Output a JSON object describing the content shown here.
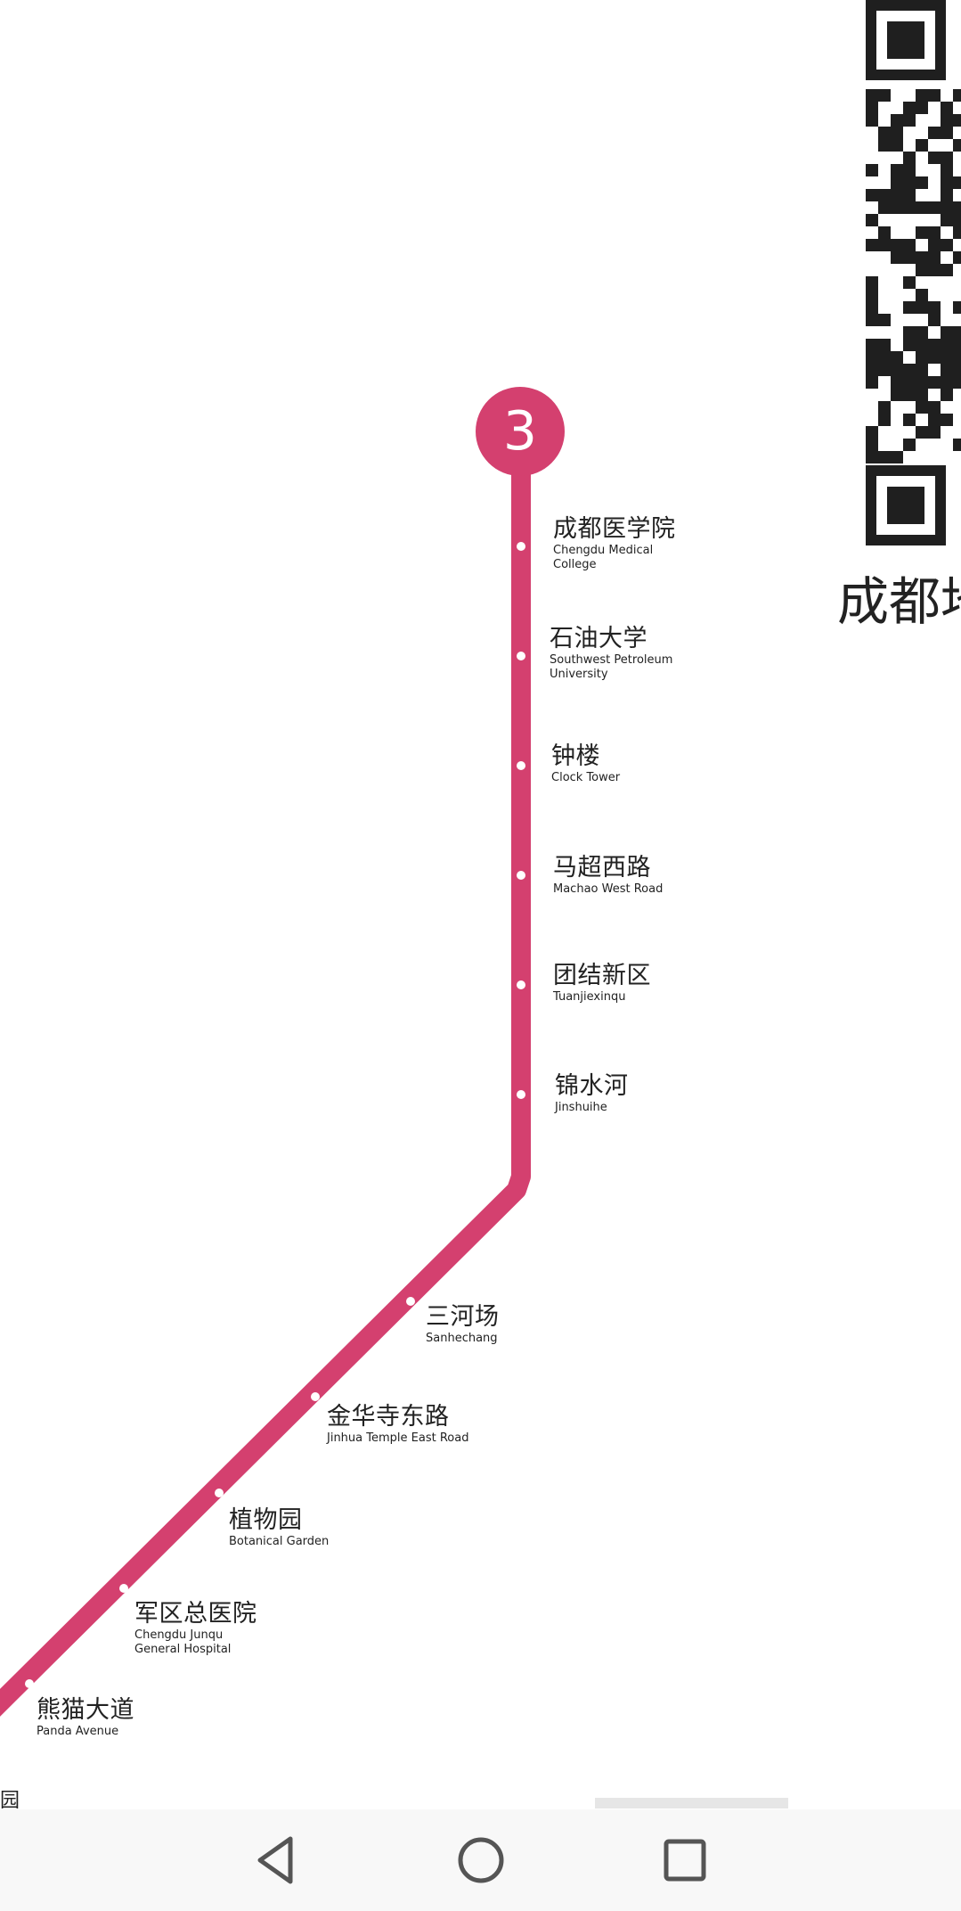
{
  "map": {
    "line_color": "#d4406f",
    "line_number": "3",
    "stations": [
      {
        "zh": "成都医学院",
        "en": "Chengdu Medical\nCollege"
      },
      {
        "zh": "石油大学",
        "en": "Southwest Petroleum\nUniversity"
      },
      {
        "zh": "钟楼",
        "en": "Clock Tower"
      },
      {
        "zh": "马超西路",
        "en": "Machao West Road"
      },
      {
        "zh": "团结新区",
        "en": "Tuanjiexinqu"
      },
      {
        "zh": "锦水河",
        "en": "Jinshuihe"
      },
      {
        "zh": "三河场",
        "en": "Sanhechang"
      },
      {
        "zh": "金华寺东路",
        "en": "Jinhua Temple East Road"
      },
      {
        "zh": "植物园",
        "en": "Botanical Garden"
      },
      {
        "zh": "军区总医院",
        "en": "Chengdu Junqu\nGeneral Hospital"
      },
      {
        "zh": "熊猫大道",
        "en": "Panda Avenue"
      }
    ],
    "partial_label": "园",
    "city_title": "成都地"
  },
  "nav": {
    "back_icon": "back-triangle-icon",
    "home_icon": "home-circle-icon",
    "recents_icon": "recents-square-icon"
  }
}
